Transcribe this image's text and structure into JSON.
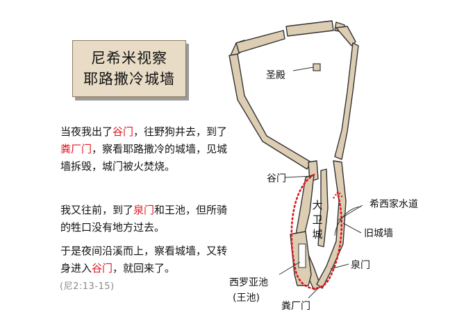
{
  "title": {
    "line1": "尼希米视察",
    "line2": "耶路撒冷城墙"
  },
  "passage": {
    "p1": {
      "a": "当夜我出了",
      "b": "谷门",
      "c": "，往野狗井去，到了",
      "d": "粪厂门",
      "e": "，察看耶路撒冷的城墙，见城墙拆毁，城门被火焚烧。"
    },
    "p2": {
      "a": "我又往前，到了",
      "b": "泉门",
      "c": "和王池，但所骑的牲口没有地方过去。"
    },
    "p3": {
      "a": "于是夜间沿溪而上，察看城墙，又转身进入",
      "b": "谷门",
      "c": "，就回来了。"
    }
  },
  "reference": "(尼2:13-15)",
  "map_labels": {
    "temple": "圣殿",
    "valley_gate": "谷门",
    "city_of_david": [
      "大",
      "卫",
      "城"
    ],
    "hezekiah_tunnel": "希西家水道",
    "old_wall": "旧城墙",
    "fountain_gate": "泉门",
    "pool_of_siloam": "西罗亚池",
    "kings_pool": "(王池)",
    "dung_gate": "粪厂门"
  },
  "colors": {
    "highlight": "#e0141b",
    "title_bg": "#e9dcc6",
    "wall_fill": "#dccdb3",
    "route": "#e0141b"
  }
}
